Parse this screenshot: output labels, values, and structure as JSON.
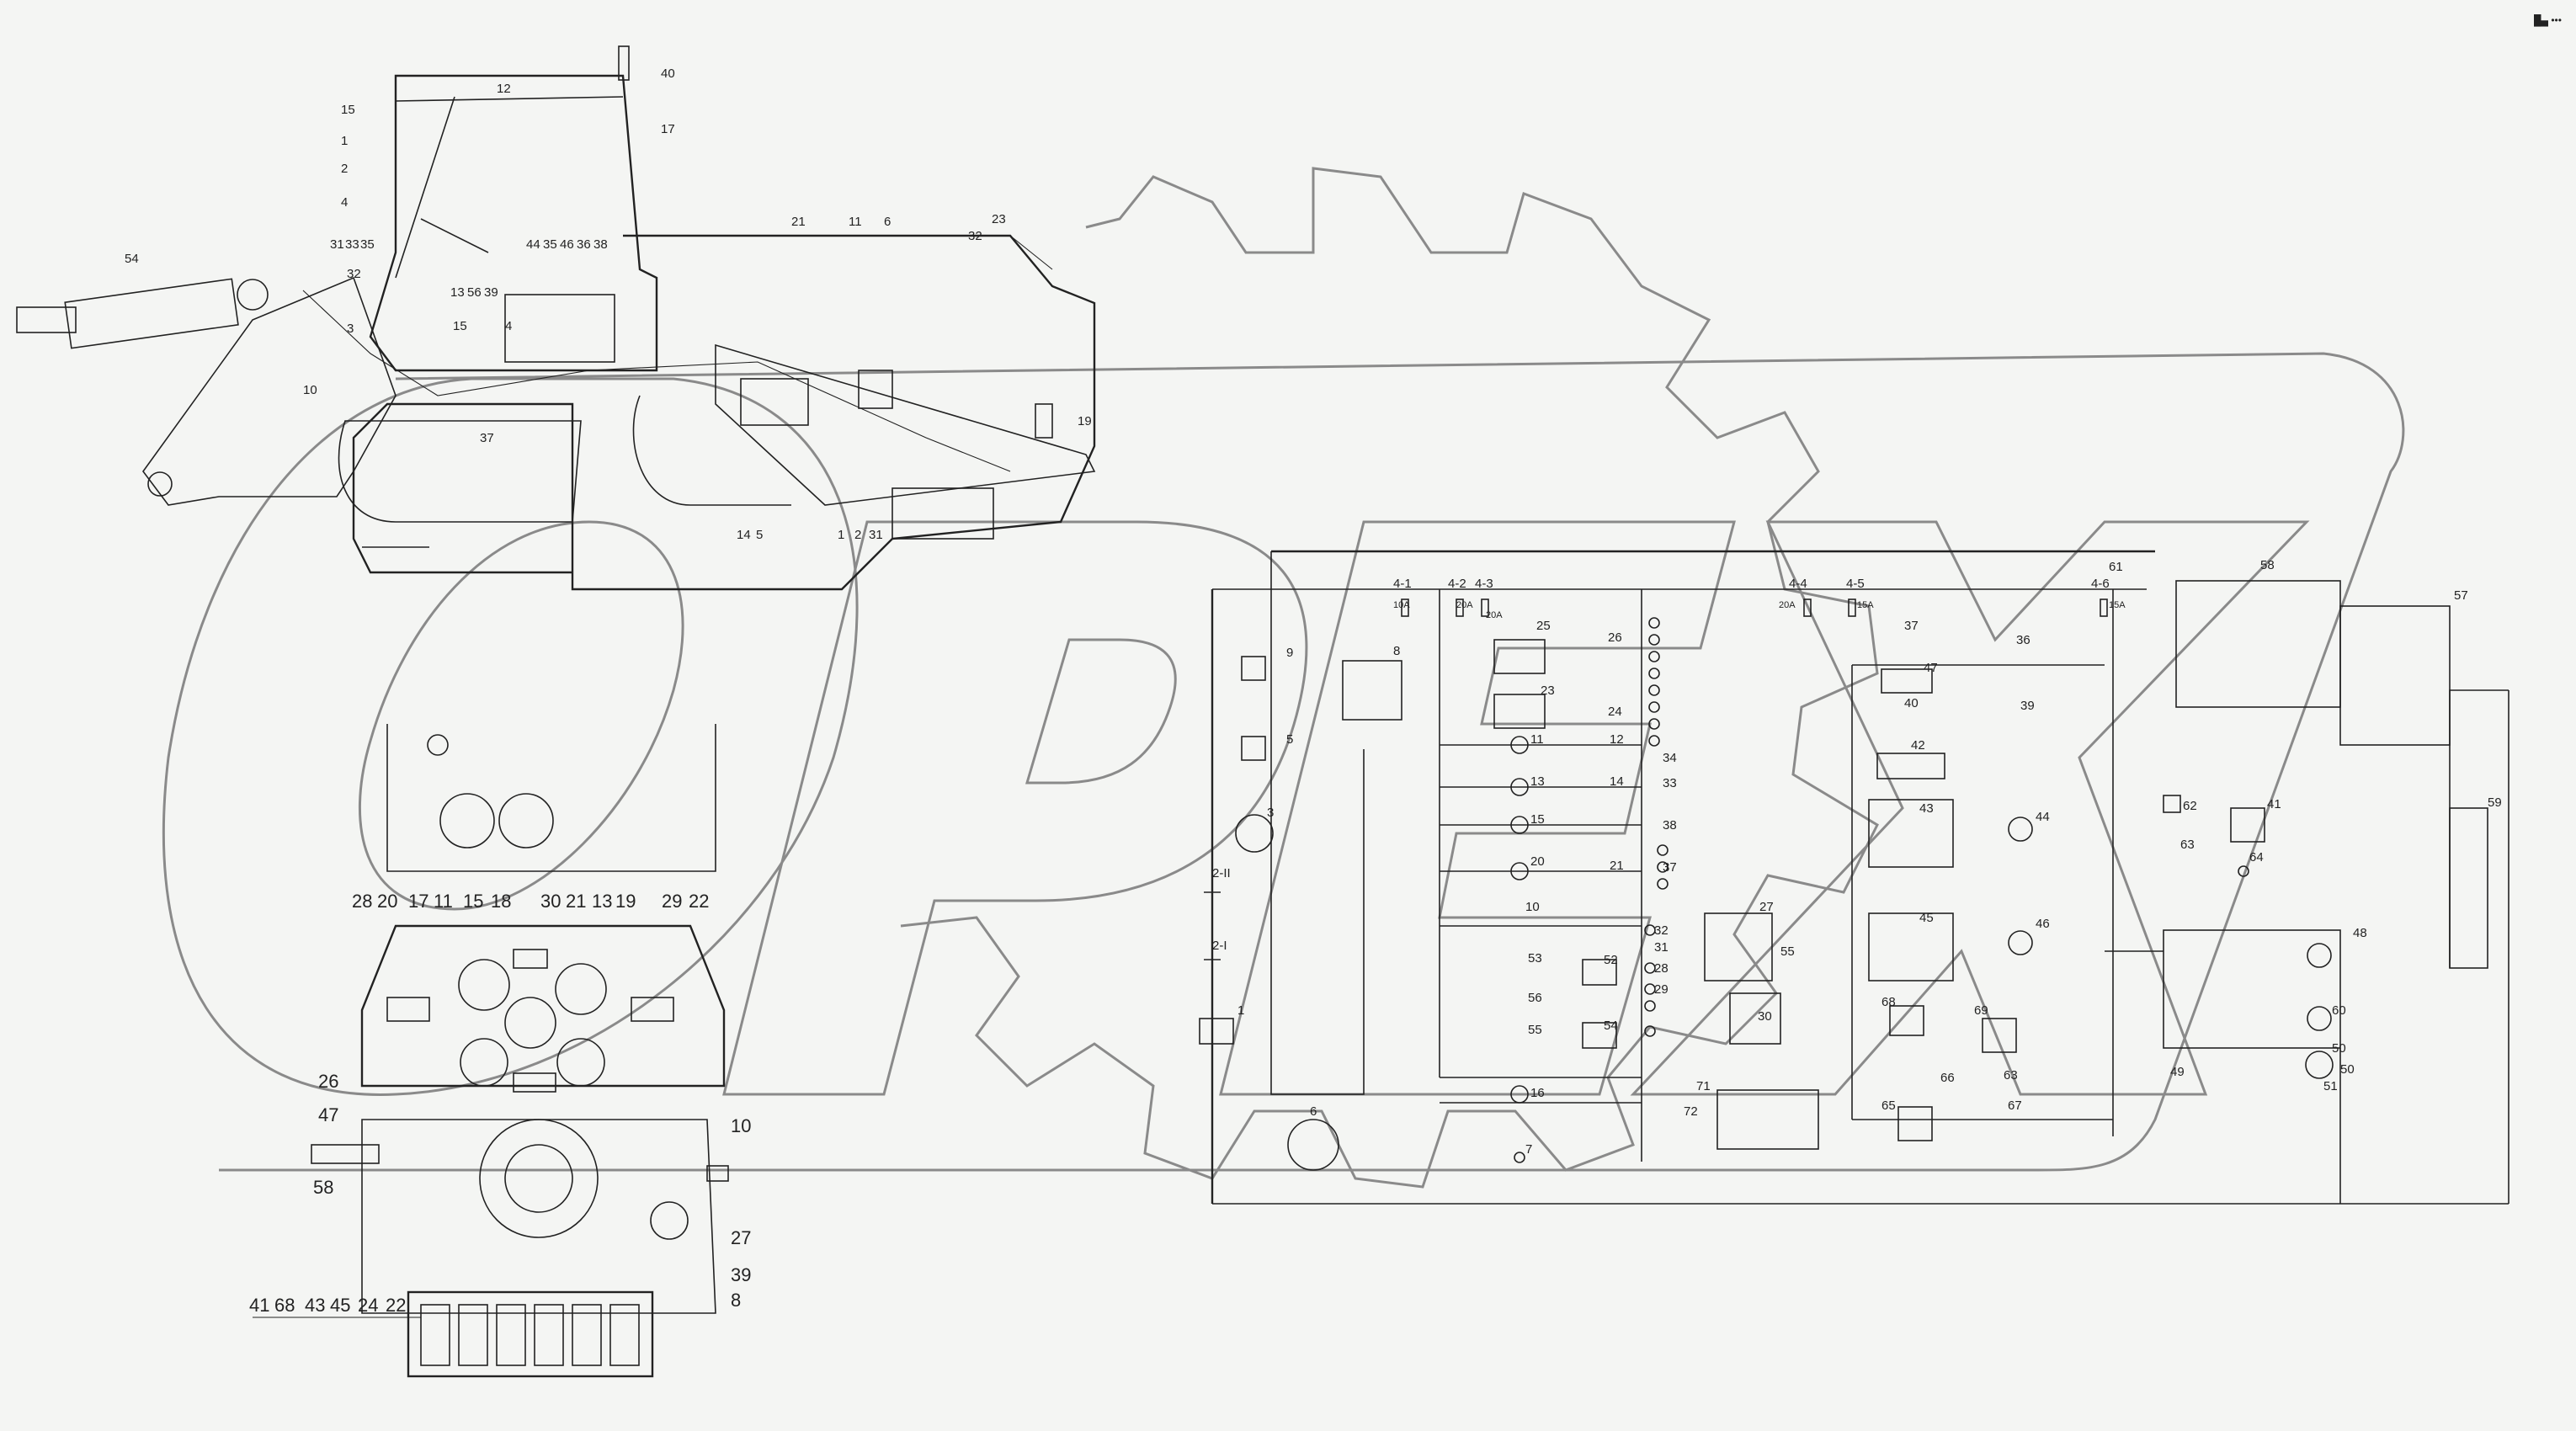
{
  "watermark": "OPEX",
  "corner_mark": "█▄ •••",
  "side_view": {
    "callouts": [
      "40",
      "17",
      "12",
      "15",
      "1",
      "2",
      "4",
      "3",
      "31",
      "33",
      "35",
      "32",
      "54",
      "10",
      "13",
      "56",
      "39",
      "44",
      "35",
      "46",
      "36",
      "38",
      "21",
      "11",
      "6",
      "23",
      "32",
      "19",
      "37",
      "14",
      "5",
      "1",
      "2",
      "31",
      "15",
      "4"
    ]
  },
  "dashboard": {
    "top_labels": [
      "28",
      "20",
      "17",
      "11",
      "15",
      "18",
      "30",
      "21",
      "13",
      "19",
      "29",
      "22"
    ],
    "side_labels": [
      "26",
      "10"
    ],
    "lower_labels": [
      "47",
      "58",
      "27",
      "39",
      "8"
    ],
    "switch_labels": [
      "41",
      "68",
      "43",
      "45",
      "24",
      "22"
    ]
  },
  "schematic": {
    "fuse_labels": [
      "4-1",
      "4-2",
      "4-3",
      "4-4",
      "4-5",
      "4-6"
    ],
    "fuse_ratings": [
      "10A",
      "20A",
      "20A",
      "20A",
      "15A",
      "15A"
    ],
    "component_labels": [
      "9",
      "8",
      "5",
      "3",
      "2-II",
      "2-I",
      "1",
      "6",
      "7",
      "16",
      "25",
      "23",
      "26",
      "24",
      "11",
      "12",
      "13",
      "14",
      "15",
      "20",
      "21",
      "10",
      "53",
      "52",
      "56",
      "55",
      "54",
      "34",
      "33",
      "38",
      "37",
      "32",
      "31",
      "28",
      "29",
      "30",
      "27",
      "71",
      "72",
      "37",
      "36",
      "47",
      "40",
      "39",
      "42",
      "43",
      "44",
      "45",
      "46",
      "68",
      "69",
      "66",
      "63",
      "67",
      "65",
      "58",
      "57",
      "62",
      "41",
      "63",
      "64",
      "59",
      "48",
      "60",
      "49",
      "50",
      "51",
      "61",
      "55",
      "50"
    ]
  }
}
